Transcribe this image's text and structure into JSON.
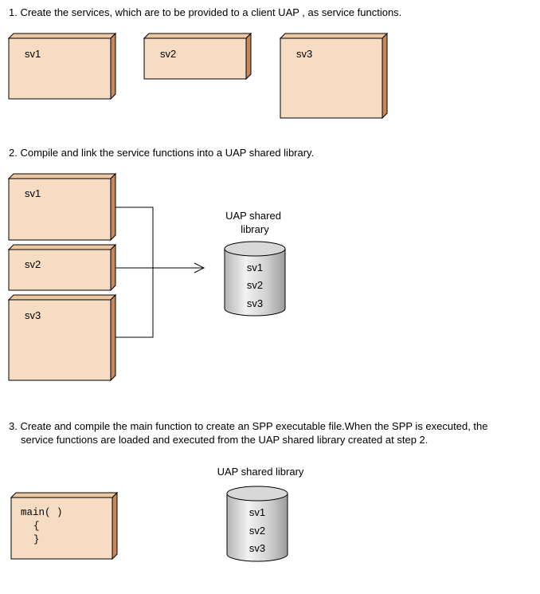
{
  "steps": {
    "step1": "1. Create the services, which are to be provided to a client UAP , as service functions.",
    "step2": "2. Compile and link the service functions into a UAP shared library.",
    "step3_line1": "3. Create and compile the main function to create an SPP executable file.When the SPP is executed, the",
    "step3_line2": "service functions are loaded and executed from the UAP shared library created at step 2."
  },
  "step1_boxes": [
    "sv1",
    "sv2",
    "sv3"
  ],
  "step2_boxes": [
    "sv1",
    "sv2",
    "sv3"
  ],
  "library2": {
    "title_line1": "UAP shared",
    "title_line2": "library",
    "items": [
      "sv1",
      "sv2",
      "sv3"
    ]
  },
  "main_box": {
    "line1": "main( )",
    "line2": "{",
    "line3": "}"
  },
  "library3": {
    "title": "UAP shared library",
    "items": [
      "sv1",
      "sv2",
      "sv3"
    ]
  },
  "colors": {
    "box_front": "#f5dcc3",
    "box_top": "#ecc7a1",
    "box_side": "#c8875a",
    "cyl_light": "#e9e9e9",
    "cyl_dark": "#a8a8a8",
    "line": "#000000"
  }
}
